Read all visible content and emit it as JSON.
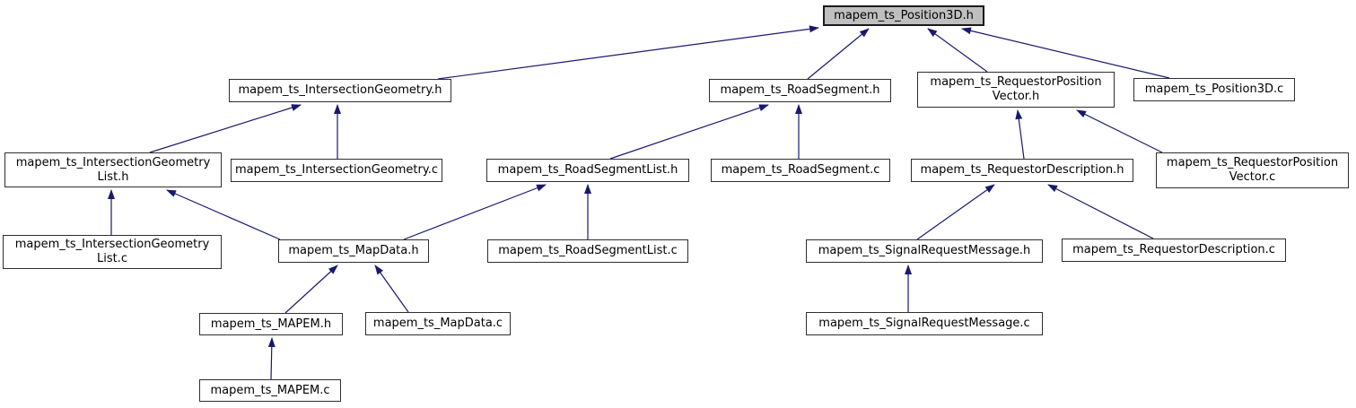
{
  "diagram": {
    "type": "doxygen-included-by-dependency-graph",
    "root_file": "mapem_ts_Position3D.h",
    "colors": {
      "edge": "#191970",
      "node_border": "#2e2e2e",
      "node_fill": "#ffffff",
      "root_fill": "#bfbfbf",
      "background": "#ffffff",
      "text": "#000000"
    },
    "nodes": [
      {
        "id": "position3d_h",
        "label": "mapem_ts_Position3D.h"
      },
      {
        "id": "intersectiongeometry_h",
        "label": "mapem_ts_IntersectionGeometry.h"
      },
      {
        "id": "roadsegment_h",
        "label": "mapem_ts_RoadSegment.h"
      },
      {
        "id": "requestorpositionvector_h",
        "label": "mapem_ts_RequestorPosition\nVector.h"
      },
      {
        "id": "position3d_c",
        "label": "mapem_ts_Position3D.c"
      },
      {
        "id": "intersectiongeometrylist_h",
        "label": "mapem_ts_IntersectionGeometry\nList.h"
      },
      {
        "id": "intersectiongeometry_c",
        "label": "mapem_ts_IntersectionGeometry.c"
      },
      {
        "id": "roadsegmentlist_h",
        "label": "mapem_ts_RoadSegmentList.h"
      },
      {
        "id": "roadsegment_c",
        "label": "mapem_ts_RoadSegment.c"
      },
      {
        "id": "requestordescription_h",
        "label": "mapem_ts_RequestorDescription.h"
      },
      {
        "id": "requestorpositionvector_c",
        "label": "mapem_ts_RequestorPosition\nVector.c"
      },
      {
        "id": "intersectiongeometrylist_c",
        "label": "mapem_ts_IntersectionGeometry\nList.c"
      },
      {
        "id": "mapdata_h",
        "label": "mapem_ts_MapData.h"
      },
      {
        "id": "roadsegmentlist_c",
        "label": "mapem_ts_RoadSegmentList.c"
      },
      {
        "id": "signalrequestmessage_h",
        "label": "mapem_ts_SignalRequestMessage.h"
      },
      {
        "id": "requestordescription_c",
        "label": "mapem_ts_RequestorDescription.c"
      },
      {
        "id": "mapem_h",
        "label": "mapem_ts_MAPEM.h"
      },
      {
        "id": "mapdata_c",
        "label": "mapem_ts_MapData.c"
      },
      {
        "id": "signalrequestmessage_c",
        "label": "mapem_ts_SignalRequestMessage.c"
      },
      {
        "id": "mapem_c",
        "label": "mapem_ts_MAPEM.c"
      }
    ],
    "edges": [
      {
        "from": "intersectiongeometry_h",
        "to": "position3d_h"
      },
      {
        "from": "roadsegment_h",
        "to": "position3d_h"
      },
      {
        "from": "requestorpositionvector_h",
        "to": "position3d_h"
      },
      {
        "from": "position3d_c",
        "to": "position3d_h"
      },
      {
        "from": "intersectiongeometrylist_h",
        "to": "intersectiongeometry_h"
      },
      {
        "from": "intersectiongeometry_c",
        "to": "intersectiongeometry_h"
      },
      {
        "from": "roadsegmentlist_h",
        "to": "roadsegment_h"
      },
      {
        "from": "roadsegment_c",
        "to": "roadsegment_h"
      },
      {
        "from": "requestordescription_h",
        "to": "requestorpositionvector_h"
      },
      {
        "from": "requestorpositionvector_c",
        "to": "requestorpositionvector_h"
      },
      {
        "from": "intersectiongeometrylist_c",
        "to": "intersectiongeometrylist_h"
      },
      {
        "from": "mapdata_h",
        "to": "intersectiongeometrylist_h"
      },
      {
        "from": "mapdata_h",
        "to": "roadsegmentlist_h"
      },
      {
        "from": "roadsegmentlist_c",
        "to": "roadsegmentlist_h"
      },
      {
        "from": "signalrequestmessage_h",
        "to": "requestordescription_h"
      },
      {
        "from": "requestordescription_c",
        "to": "requestordescription_h"
      },
      {
        "from": "mapem_h",
        "to": "mapdata_h"
      },
      {
        "from": "mapdata_c",
        "to": "mapdata_h"
      },
      {
        "from": "signalrequestmessage_c",
        "to": "signalrequestmessage_h"
      },
      {
        "from": "mapem_c",
        "to": "mapem_h"
      }
    ]
  }
}
